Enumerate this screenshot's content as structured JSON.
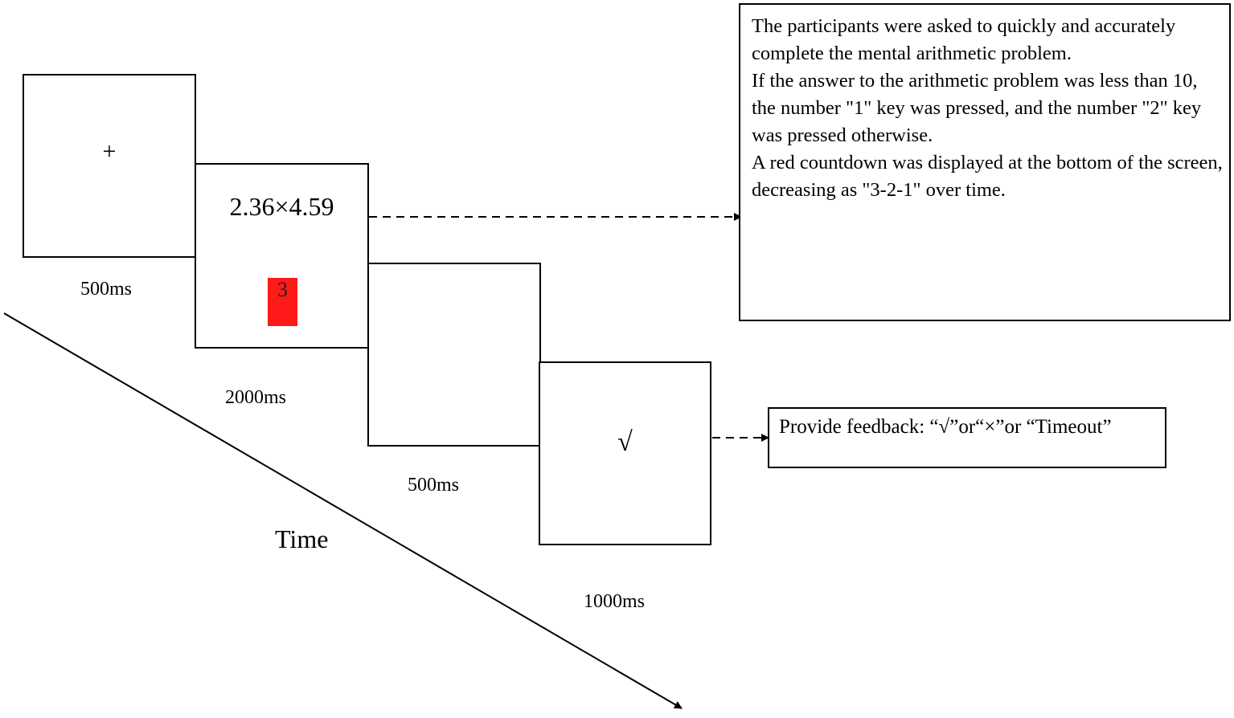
{
  "screens": {
    "fixation": {
      "symbol": "+",
      "duration": "500ms"
    },
    "problem": {
      "expression": "2.36×4.59",
      "countdown": "3",
      "duration": "2000ms"
    },
    "blank": {
      "duration": "500ms"
    },
    "feedback": {
      "symbol": "√",
      "duration": "1000ms"
    }
  },
  "time_axis": {
    "label": "Time"
  },
  "notes": {
    "instructions": [
      "The participants were asked to quickly and accurately complete the mental arithmetic problem.",
      "If the answer to the arithmetic problem was less than 10, the number \"1\" key was pressed, and the number \"2\" key was pressed otherwise.",
      "A red countdown was displayed at the bottom of the screen, decreasing as \"3-2-1\" over time."
    ],
    "feedback": "Provide feedback: “√”or“×”or “Timeout”"
  },
  "colors": {
    "countdown_fill": "#ff1a1a",
    "line": "#000000"
  }
}
